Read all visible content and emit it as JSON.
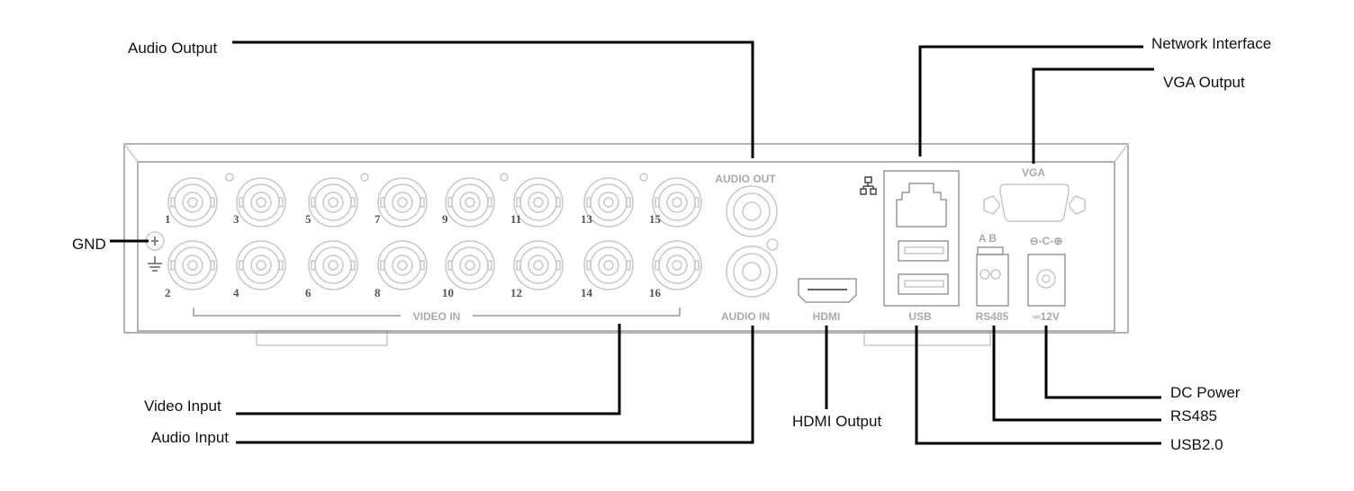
{
  "callouts": {
    "audio_output": "Audio Output",
    "network_interface": "Network Interface",
    "vga_output": "VGA Output",
    "gnd": "GND",
    "video_input": "Video Input",
    "audio_input": "Audio Input",
    "hdmi_output": "HDMI Output",
    "dc_power": "DC Power",
    "rs485": "RS485",
    "usb": "USB2.0"
  },
  "panel_labels": {
    "audio_out": "AUDIO OUT",
    "audio_in": "AUDIO IN",
    "video_in": "VIDEO IN",
    "hdmi": "HDMI",
    "usb": "USB",
    "rs485": "RS485",
    "dc": "═12V",
    "vga": "VGA",
    "rs485_ab": "A B",
    "dc_polarity": "⊖-C-⊕"
  },
  "video_ports": {
    "top": [
      "1",
      "3",
      "5",
      "7",
      "9",
      "11",
      "13",
      "15"
    ],
    "bottom": [
      "2",
      "4",
      "6",
      "8",
      "10",
      "12",
      "14",
      "16"
    ]
  }
}
